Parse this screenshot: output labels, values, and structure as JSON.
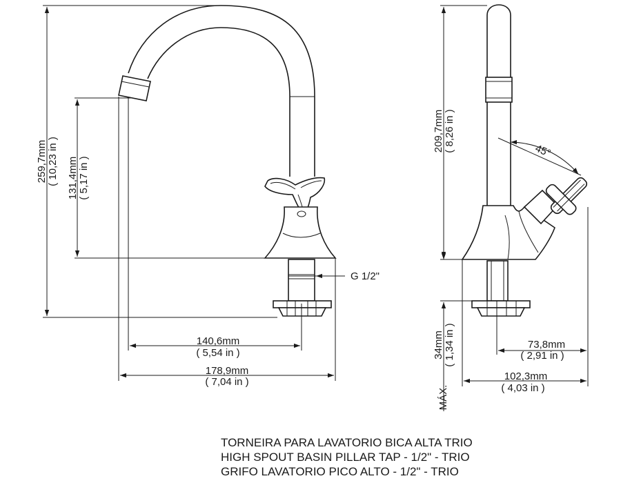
{
  "title_lines": [
    "TORNEIRA PARA LAVATORIO BICA ALTA TRIO",
    "HIGH SPOUT BASIN PILLAR TAP - 1/2\" - TRIO",
    "GRIFO LAVATORIO PICO ALTO - 1/2\" - TRIO"
  ],
  "front_view": {
    "total_height": {
      "mm": "259,7mm",
      "in": "( 10,23 in )"
    },
    "spout_height": {
      "mm": "131,4mm",
      "in": "( 5,17 in )"
    },
    "spout_reach": {
      "mm": "140,6mm",
      "in": "( 5,54 in )"
    },
    "base_width": {
      "mm": "178,9mm",
      "in": "( 7,04 in )"
    },
    "thread_label": "G 1/2\""
  },
  "side_view": {
    "height": {
      "mm": "209,7mm",
      "in": "( 8,26 in )"
    },
    "handle_angle": "45°",
    "max_label": "MÁX.",
    "max_thickness": {
      "mm": "34mm",
      "in": "( 1,34 in )"
    },
    "handle_offset": {
      "mm": "73,8mm",
      "in": "( 2,91 in )"
    },
    "depth": {
      "mm": "102,3mm",
      "in": "( 4,03 in )"
    }
  }
}
